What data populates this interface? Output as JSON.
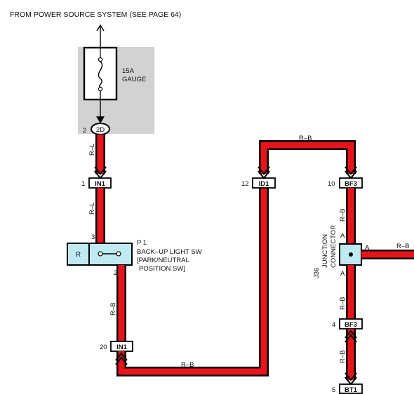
{
  "header": {
    "source_text": "FROM POWER SOURCE SYSTEM (SEE PAGE 64)"
  },
  "fuse": {
    "rating": "15A",
    "name": "GAUGE",
    "pin": "2",
    "connector": "2D"
  },
  "wires": {
    "r_l_top": "R–L",
    "r_l_mid": "R–L",
    "r_b_switch_out": "R–B",
    "r_b_bottom": "R–B",
    "r_b_top": "R–B",
    "r_b_bf3_top": "R–B",
    "r_b_junction_right": "R–B",
    "r_b_bf3_lower": "R–B",
    "r_b_bt1": "R–B"
  },
  "connectors": {
    "in1_top": {
      "pin": "1",
      "label": "IN1"
    },
    "in1_bottom": {
      "pin": "20",
      "label": "IN1"
    },
    "id1": {
      "pin": "12",
      "label": "ID1"
    },
    "bf3_top": {
      "pin": "10",
      "label": "BF3"
    },
    "bf3_bottom": {
      "pin": "4",
      "label": "BF3"
    },
    "bt1": {
      "pin": "5",
      "label": "BT1"
    }
  },
  "switch": {
    "id": "P 1",
    "name_line1": "BACK–UP LIGHT SW",
    "name_line2": "[PARK/NEUTRAL",
    "name_line3": "POSITION SW]",
    "position_label": "R",
    "pin_in": "3",
    "pin_out": "2"
  },
  "junction": {
    "id": "J36",
    "name_line1": "JUNCTION",
    "name_line2": "CONNECTOR",
    "pin_top": "A",
    "pin_bottom": "A",
    "pin_right": "A"
  },
  "colors": {
    "wire_red": "#e8141c",
    "wire_black": "#000000",
    "fuse_area": "#d2d2d2",
    "connector_fill": "#ffffff",
    "switch_fill": "#bfeaf2"
  }
}
